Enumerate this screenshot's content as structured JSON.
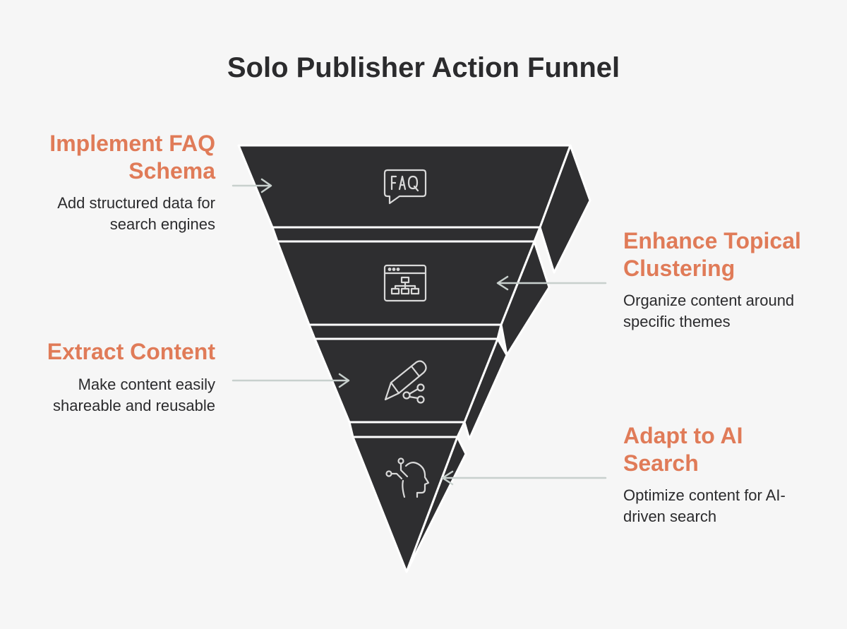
{
  "title": "Solo Publisher Action Funnel",
  "stages": [
    {
      "heading": "Implement FAQ\nSchema",
      "description": "Add structured data for\nsearch engines",
      "icon": "faq-icon"
    },
    {
      "heading": "Enhance Topical\nClustering",
      "description": "Organize content around\nspecific themes",
      "icon": "sitemap-icon"
    },
    {
      "heading": "Extract Content",
      "description": "Make content easily\nshareable and reusable",
      "icon": "pencil-share-icon"
    },
    {
      "heading": "Adapt to AI\nSearch",
      "description": "Optimize content for AI-\ndriven search",
      "icon": "ai-head-icon"
    }
  ],
  "colors": {
    "accent": "#e07b58",
    "funnel": "#2e2e30",
    "text": "#2b2b2d",
    "arrow": "#c8d0cd",
    "icon": "#d9d9d9"
  }
}
